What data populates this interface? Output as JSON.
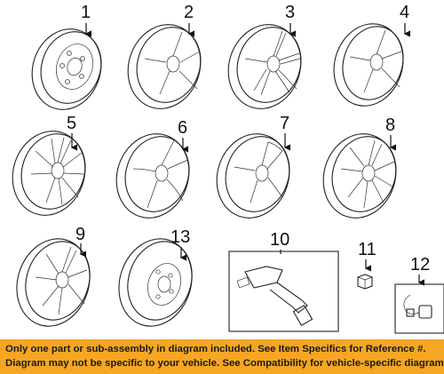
{
  "callouts": [
    "1",
    "2",
    "3",
    "4",
    "5",
    "6",
    "7",
    "8",
    "9",
    "13",
    "10",
    "11",
    "12"
  ],
  "parts": {
    "p1": {
      "label": "1",
      "icon": "steel-wheel-icon"
    },
    "p2": {
      "label": "2",
      "icon": "alloy-wheel-icon"
    },
    "p3": {
      "label": "3",
      "icon": "alloy-wheel-icon"
    },
    "p4": {
      "label": "4",
      "icon": "alloy-wheel-icon"
    },
    "p5": {
      "label": "5",
      "icon": "alloy-wheel-icon"
    },
    "p6": {
      "label": "6",
      "icon": "alloy-wheel-icon"
    },
    "p7": {
      "label": "7",
      "icon": "alloy-wheel-icon"
    },
    "p8": {
      "label": "8",
      "icon": "alloy-wheel-icon"
    },
    "p9": {
      "label": "9",
      "icon": "alloy-wheel-icon"
    },
    "p13": {
      "label": "13",
      "icon": "spare-wheel-icon"
    },
    "p10": {
      "label": "10",
      "icon": "tpms-sensor-icon"
    },
    "p11": {
      "label": "11",
      "icon": "lug-nut-icon"
    },
    "p12": {
      "label": "12",
      "icon": "wheel-lock-kit-icon"
    }
  },
  "banner": {
    "line1": "Only one part or sub-assembly in diagram included. See Item Specifics for Reference #.",
    "line2": "Diagram may not be specific to your vehicle. See Compatibility for vehicle-specific diagrams.",
    "background": "#f5a623"
  }
}
